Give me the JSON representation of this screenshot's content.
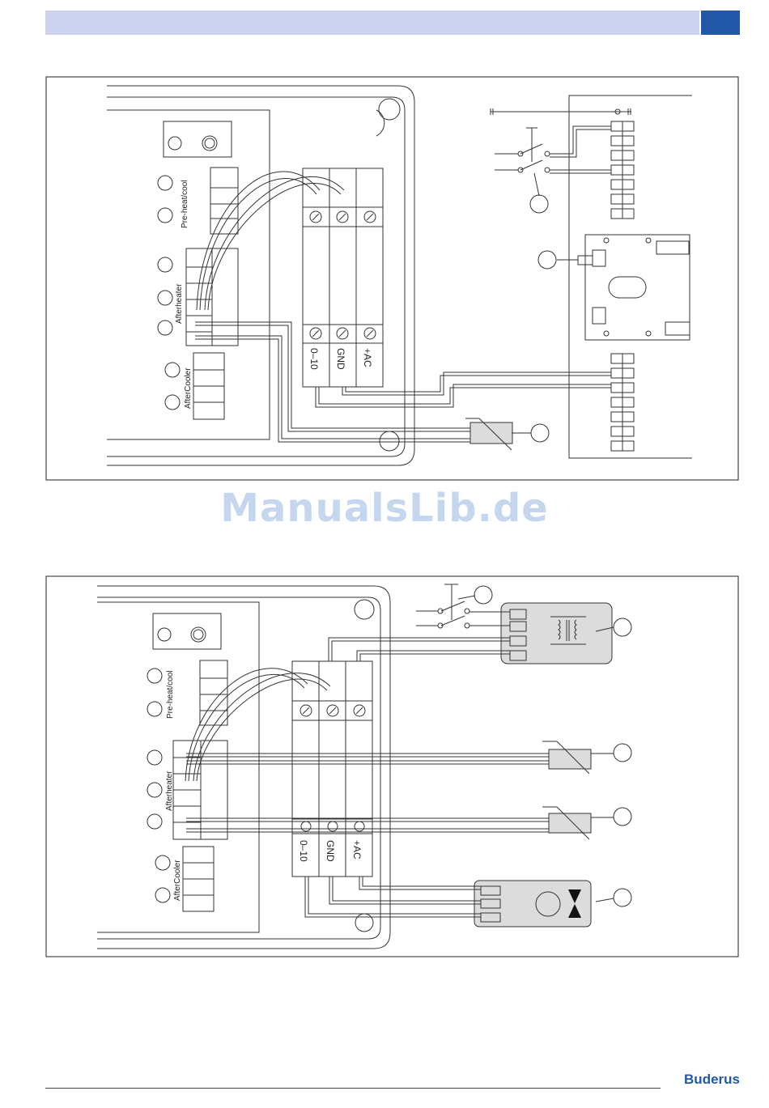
{
  "diagram1": {
    "preheat_label": "Pre-heat/cool",
    "afterheater_label": "Afterheater",
    "aftercooler_label": "AfterCooler",
    "terminals": [
      "0–10",
      "GND",
      "+AC"
    ]
  },
  "diagram2": {
    "preheat_label": "Pre-heat/cool",
    "afterheater_label": "Afterheater",
    "aftercooler_label": "AfterCooler",
    "terminals": [
      "0–10",
      "GND",
      "+AC"
    ]
  },
  "watermark": "ManualsLib.de",
  "brand": "Buderus",
  "colors": {
    "header_bar": "#cdd3ee",
    "header_accent": "#2358a8",
    "brand": "#2358a8",
    "watermark": "#c5d7ef",
    "component_fill": "#dcdcdc"
  }
}
